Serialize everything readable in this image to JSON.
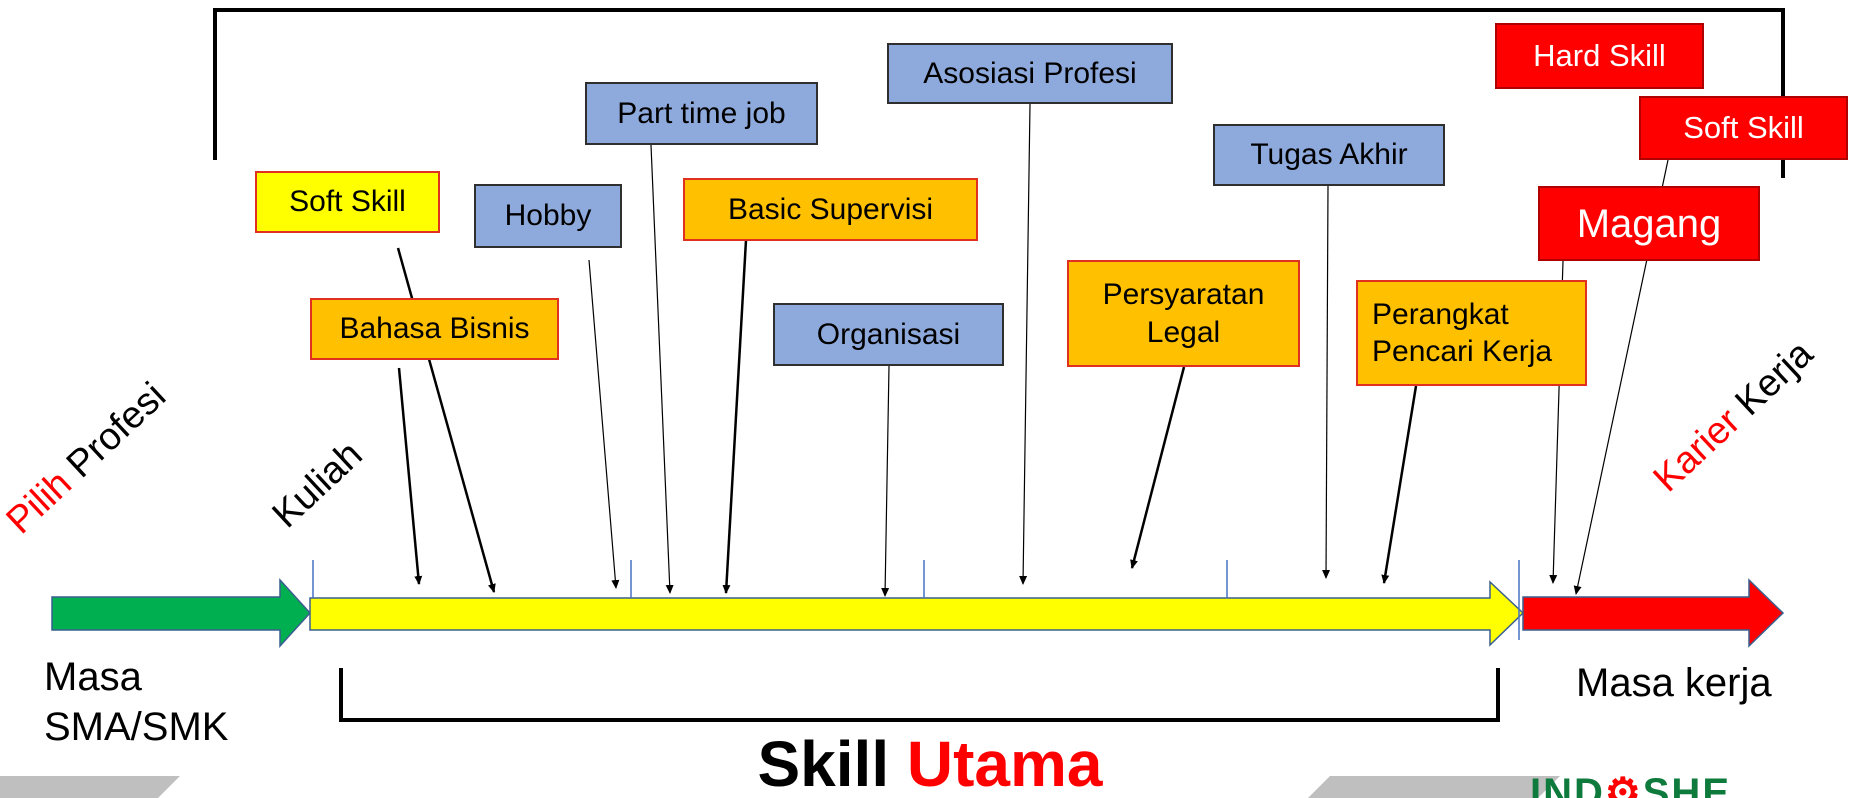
{
  "stages": {
    "pilih": {
      "word1": "Pilih",
      "word2": "Profesi"
    },
    "kuliah": "Kuliah",
    "karier": {
      "word1": "Karier",
      "word2": "Kerja"
    }
  },
  "periods": {
    "masa_sma_line1": "Masa",
    "masa_sma_line2": "SMA/SMK",
    "masa_kerja": "Masa kerja"
  },
  "boxes": {
    "soft_skill_yellow": "Soft Skill",
    "bahasa_bisnis": "Bahasa Bisnis",
    "hobby": "Hobby",
    "part_time_job": "Part time job",
    "basic_supervisi": "Basic Supervisi",
    "organisasi": "Organisasi",
    "asosiasi_profesi": "Asosiasi Profesi",
    "persyaratan_legal_line1": "Persyaratan",
    "persyaratan_legal_line2": "Legal",
    "tugas_akhir": "Tugas Akhir",
    "perangkat_line1": "Perangkat",
    "perangkat_line2": "Pencari Kerja",
    "hard_skill": "Hard Skill",
    "soft_skill_red": "Soft Skill",
    "magang": "Magang"
  },
  "footer": {
    "skill": "Skill",
    "utama": "Utama"
  },
  "logo": {
    "left": "IND",
    "gear": "⚙",
    "right": "SHE"
  },
  "colors": {
    "blue_box": "#8EA9DB",
    "orange_box": "#FFC000",
    "yellow_box": "#FFFF00",
    "red_box": "#FF0000",
    "green_arrow": "#00B050",
    "logo_green": "#0E7A3C"
  }
}
